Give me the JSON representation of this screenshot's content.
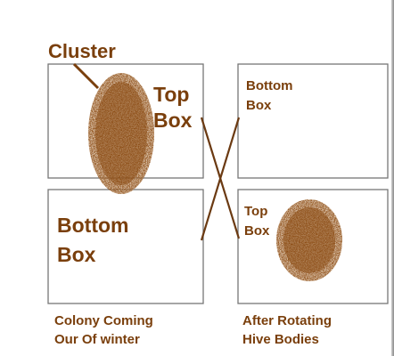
{
  "title": "Cluster",
  "before": {
    "top_box": [
      "Top",
      "Box"
    ],
    "bottom_box": [
      "Bottom",
      "Box"
    ],
    "caption": [
      "Colony Coming",
      "Our Of winter"
    ]
  },
  "after": {
    "top_box": [
      "Bottom",
      "Box"
    ],
    "bottom_box": [
      "Top",
      "Box"
    ],
    "caption": [
      "After Rotating",
      "Hive Bodies"
    ]
  },
  "colors": {
    "text": "#7a3f0c",
    "cluster": "#8b4a12",
    "box_border": "#777777",
    "cross_lines": "#6b3a12"
  }
}
